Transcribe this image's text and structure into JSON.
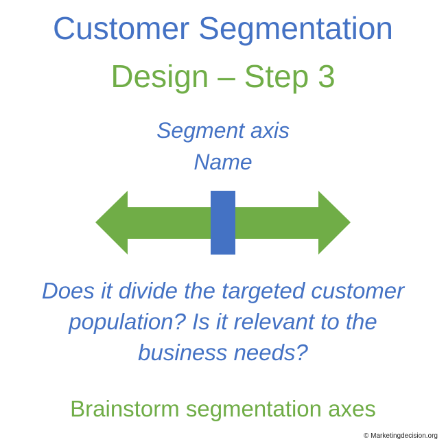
{
  "title": "Customer Segmentation",
  "subtitle": "Design – Step 3",
  "axis_label": {
    "line1": "Segment axis",
    "line2": "Name"
  },
  "question": {
    "line1": "Does it divide the targeted customer",
    "line2": "population? Is it relevant to the",
    "line3": "business needs?"
  },
  "action": "Brainstorm segmentation axes",
  "footer": "© Marketingdecision.org",
  "colors": {
    "blue": "#4472C4",
    "green": "#70AD47"
  }
}
